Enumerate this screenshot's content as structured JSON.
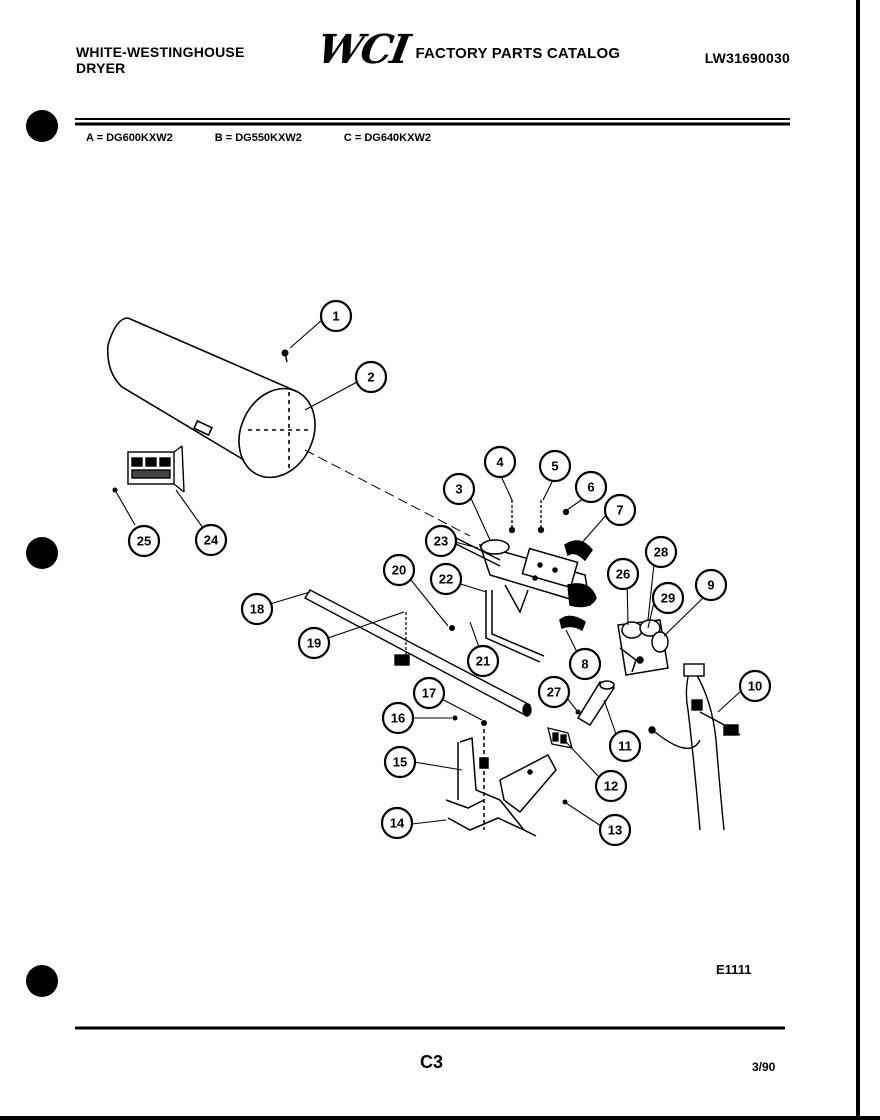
{
  "header": {
    "maker_line1": "WHITE-WESTINGHOUSE",
    "maker_line2": "DRYER",
    "logo": "WCI",
    "catalog_title": "FACTORY PARTS CATALOG",
    "catalog_number": "LW31690030"
  },
  "models": [
    {
      "label": "A = DG600KXW2"
    },
    {
      "label": "B = DG550KXW2"
    },
    {
      "label": "C = DG640KXW2"
    }
  ],
  "callouts": [
    "1",
    "2",
    "3",
    "4",
    "5",
    "6",
    "7",
    "8",
    "9",
    "10",
    "11",
    "12",
    "13",
    "14",
    "15",
    "16",
    "17",
    "18",
    "19",
    "20",
    "21",
    "22",
    "23",
    "24",
    "25",
    "26",
    "27",
    "28",
    "29"
  ],
  "footer": {
    "figure_code": "E1111",
    "page": "C3",
    "date": "3/90"
  }
}
